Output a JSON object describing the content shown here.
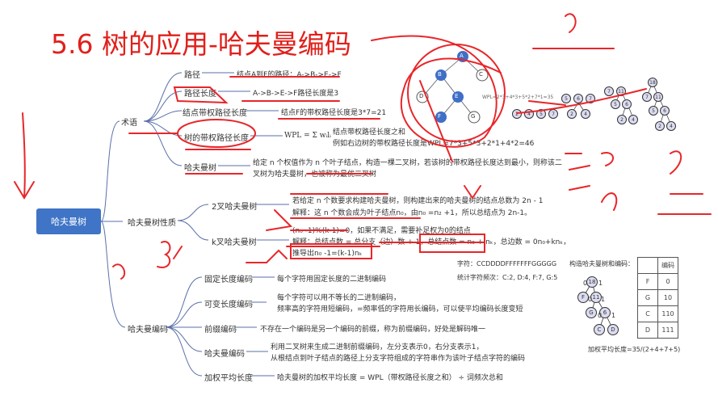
{
  "title": "5.6 树的应用-哈夫曼编码",
  "root": "哈夫曼树",
  "terms": {
    "label": "术语",
    "items": [
      {
        "name": "路径",
        "desc": "结点A到F的路径：A->B->E->F"
      },
      {
        "name": "路径长度",
        "desc": "A->B->E->F路径长度是3"
      },
      {
        "name": "结点带权路径长度",
        "desc": "结点F的带权路径长度是3*7=21"
      },
      {
        "name": "树的带权路径长度",
        "formula": "WPL = Σ wᵢlᵢ",
        "desc1": "结点带权路径长度之和",
        "desc2": "例如右边树的带权路径长度是WPL=7*3+5*3+2*1+4*2=46"
      },
      {
        "name": "哈夫曼树",
        "desc1": "给定 n 个权值作为 n 个叶子结点，构造一棵二叉树，若该树的带权路径长度达到最小，则称该二",
        "desc2": "叉树为哈夫曼树，也被称为最优二叉树"
      }
    ]
  },
  "properties": {
    "label": "哈夫曼树性质",
    "binary": {
      "name": "2叉哈夫曼树",
      "line1": "若给定 n 个数要求构建哈夫曼树，则构建出来的哈夫曼树的结点总数为 2n - 1",
      "line2": "解释：这 n 个数会成为叶子结点n₀，由n₀ =n₂ +1，所以总结点为 2n-1。"
    },
    "kary": {
      "name": "k叉哈夫曼树",
      "line1": "(n₀ -1)%(k-1)=0，如果不满足，需要补足权为0的结点",
      "line2": "解释：总结点数 = 总分支（边）数 + 1，总结点数 = n₀ + nₖ，总边数 = 0n₀+knₖ，",
      "line3": "推导出n₀ -1=(k-1)nₖ"
    }
  },
  "coding": {
    "label": "哈夫曼编码",
    "items": [
      {
        "name": "固定长度编码",
        "desc": [
          "每个字符用固定长度的二进制编码"
        ]
      },
      {
        "name": "可变长度编码",
        "desc": [
          "每个字符可以用不等长的二进制编码，",
          "频率高的字符用短编码，=频率低的字符用长编码，可以使平均编码长度变短"
        ]
      },
      {
        "name": "前缀编码",
        "desc": [
          "不存在一个编码是另一个编码的前缀，称为前缀编码，好处是解码唯一"
        ]
      },
      {
        "name": "哈夫曼编码",
        "desc": [
          "利用二叉树来生成二进制前缀编码，左分支表示0，右分支表示1，",
          "从根结点到叶子结点的路径上分支字符组成的字符串作为该叶子结点字符的编码"
        ]
      },
      {
        "name": "加权平均长度",
        "desc": [
          "哈夫曼树的加权平均长度 = WPL（带权路径长度之和） ÷ 词频次总和"
        ]
      }
    ]
  },
  "example": {
    "chars": "字符：CCDDDDFFFFFFFGGGGG",
    "freq": "统计字符频次：C:2, D:4, F:7, G:5",
    "construct": "构造哈夫曼树和编码：",
    "table_header": [
      "",
      "编码"
    ],
    "table_rows": [
      [
        "F",
        "0"
      ],
      [
        "G",
        "10"
      ],
      [
        "C",
        "110"
      ],
      [
        "D",
        "111"
      ]
    ],
    "avg": "加权平均长度=35/(2+4+7+5)",
    "tree_nodes": [
      "18",
      "F",
      "11",
      "G",
      "6",
      "C",
      "D"
    ],
    "edge_labels": [
      "0",
      "1",
      "0",
      "1",
      "0",
      "1"
    ]
  },
  "sample_tree": {
    "nodes": [
      "A",
      "B",
      "C",
      "D",
      "E",
      "F",
      "G"
    ],
    "wpl": "WPL=2*3+4*3+5*2+7*1=35"
  },
  "build_steps": {
    "step1": [
      "2",
      "4",
      "5",
      "7"
    ],
    "step2": [
      "5",
      "6",
      "7",
      "2",
      "4"
    ],
    "step3": [
      "7",
      "11",
      "5",
      "6",
      "2",
      "4"
    ],
    "step4": [
      "18",
      "7",
      "11",
      "5",
      "6",
      "2",
      "4"
    ]
  },
  "colors": {
    "title": "#e0201b",
    "root": "#3f74c6",
    "branch": "#5a6fa8",
    "annotation": "#e8262a",
    "node_fill": "#dcdcf2"
  }
}
